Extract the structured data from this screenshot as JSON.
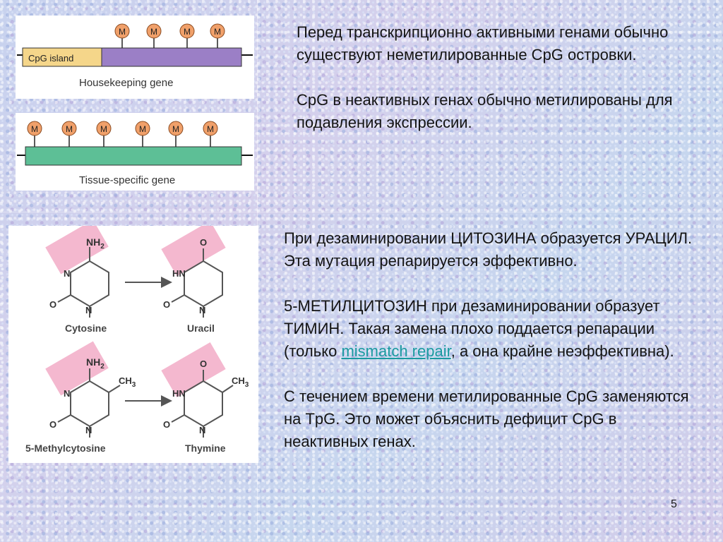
{
  "gene_diagram_1": {
    "island_label": "CpG island",
    "gene_label": "Housekeeping gene",
    "methyl_mark": "M",
    "colors": {
      "island": "#f5d68a",
      "body": "#9b7fc6"
    }
  },
  "gene_diagram_2": {
    "gene_label": "Tissue-specific gene",
    "methyl_mark": "M",
    "colors": {
      "body": "#5dbf96"
    }
  },
  "chemistry": {
    "cytosine_label": "Cytosine",
    "uracil_label": "Uracil",
    "methylcytosine_label": "5-Methylcytosine",
    "thymine_label": "Thymine",
    "atoms": {
      "nh2": "NH",
      "nh2_sub": "2",
      "ch3": "CH",
      "ch3_sub": "3",
      "o": "O",
      "n": "N",
      "hn": "HN"
    },
    "highlight_color": "#f4b8cf"
  },
  "text_top": {
    "para1": "Перед транскрипционно активными генами обычно существуют  неметилированные CpG островки.",
    "para2": "CpG в неактивных генах обычно метилированы для подавления экспрессии."
  },
  "text_bottom": {
    "para1": "При дезаминировании ЦИТОЗИНА образуется УРАЦИЛ. Эта мутация репарируется эффективно.",
    "para2_before": "5-МЕТИЛЦИТОЗИН при дезаминировании образует ТИМИН. Такая замена плохо поддается репарации (только ",
    "para2_link": "mismatch repair",
    "para2_after": ", а она крайне неэффективна).",
    "para3": "С течением времени метилированные CpG заменяются на TpG. Это может объяснить дефицит CpG  в неактивных генах."
  },
  "page_number": "5"
}
